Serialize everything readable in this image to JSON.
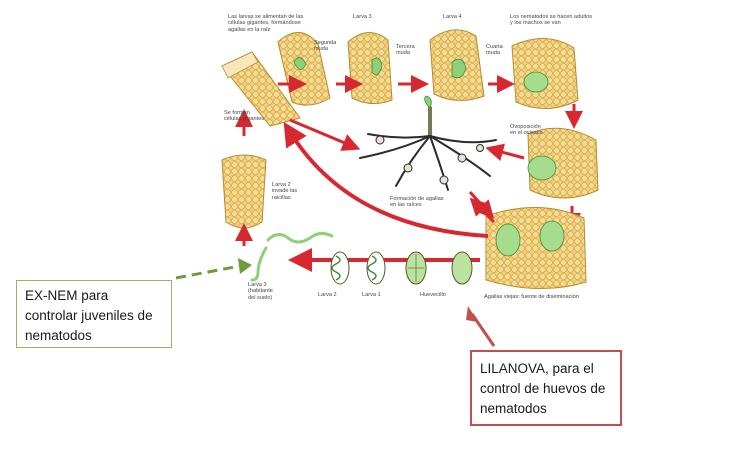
{
  "colors": {
    "arrow_red": "#d7282f",
    "cell_fill": "#f3d27d",
    "cell_stroke": "#b88b2e",
    "worm_green": "#8fcf7a",
    "root_color": "#e8e2cf",
    "exnem_border": "#9bb26a",
    "exnem_arrow": "#6f9b3a",
    "lilanova_border": "#c0504d"
  },
  "stage_labels": {
    "larvae_feed": "Las larvas se alimentan de las\ncélulas gigantes, formándose\nagallas en la raíz",
    "second_molt": "Segunda\nmuda",
    "larva3_top": "Larva 3",
    "third_molt": "Tercera\nmuda",
    "larva4": "Larva 4",
    "fourth_molt": "Cuarta\nmuda",
    "adults": "Los nematodos se hacen adultos\ny los machos se van",
    "giant_cells": "Se forman\ncélulas gigantes",
    "oviposition": "Ovoposición\nen el ovisaco",
    "larva2_invades": "Larva 2\ninvade las\nraicillas",
    "gall_formation": "Formación de agallas\nen las raíces",
    "larva3_soil": "Larva 3\n(habitante\ndel suelo)",
    "larva2": "Larva 2",
    "larva1": "Larva 1",
    "egg": "Huevecillo",
    "old_galls": "Agallas viejas: fuente de diseminación"
  },
  "callouts": {
    "exnem": "EX-NEM para\ncontrolar juveniles de\nnematodos",
    "lilanova": "LILANOVA, para el\ncontrol de huevos de\nnematodos"
  }
}
